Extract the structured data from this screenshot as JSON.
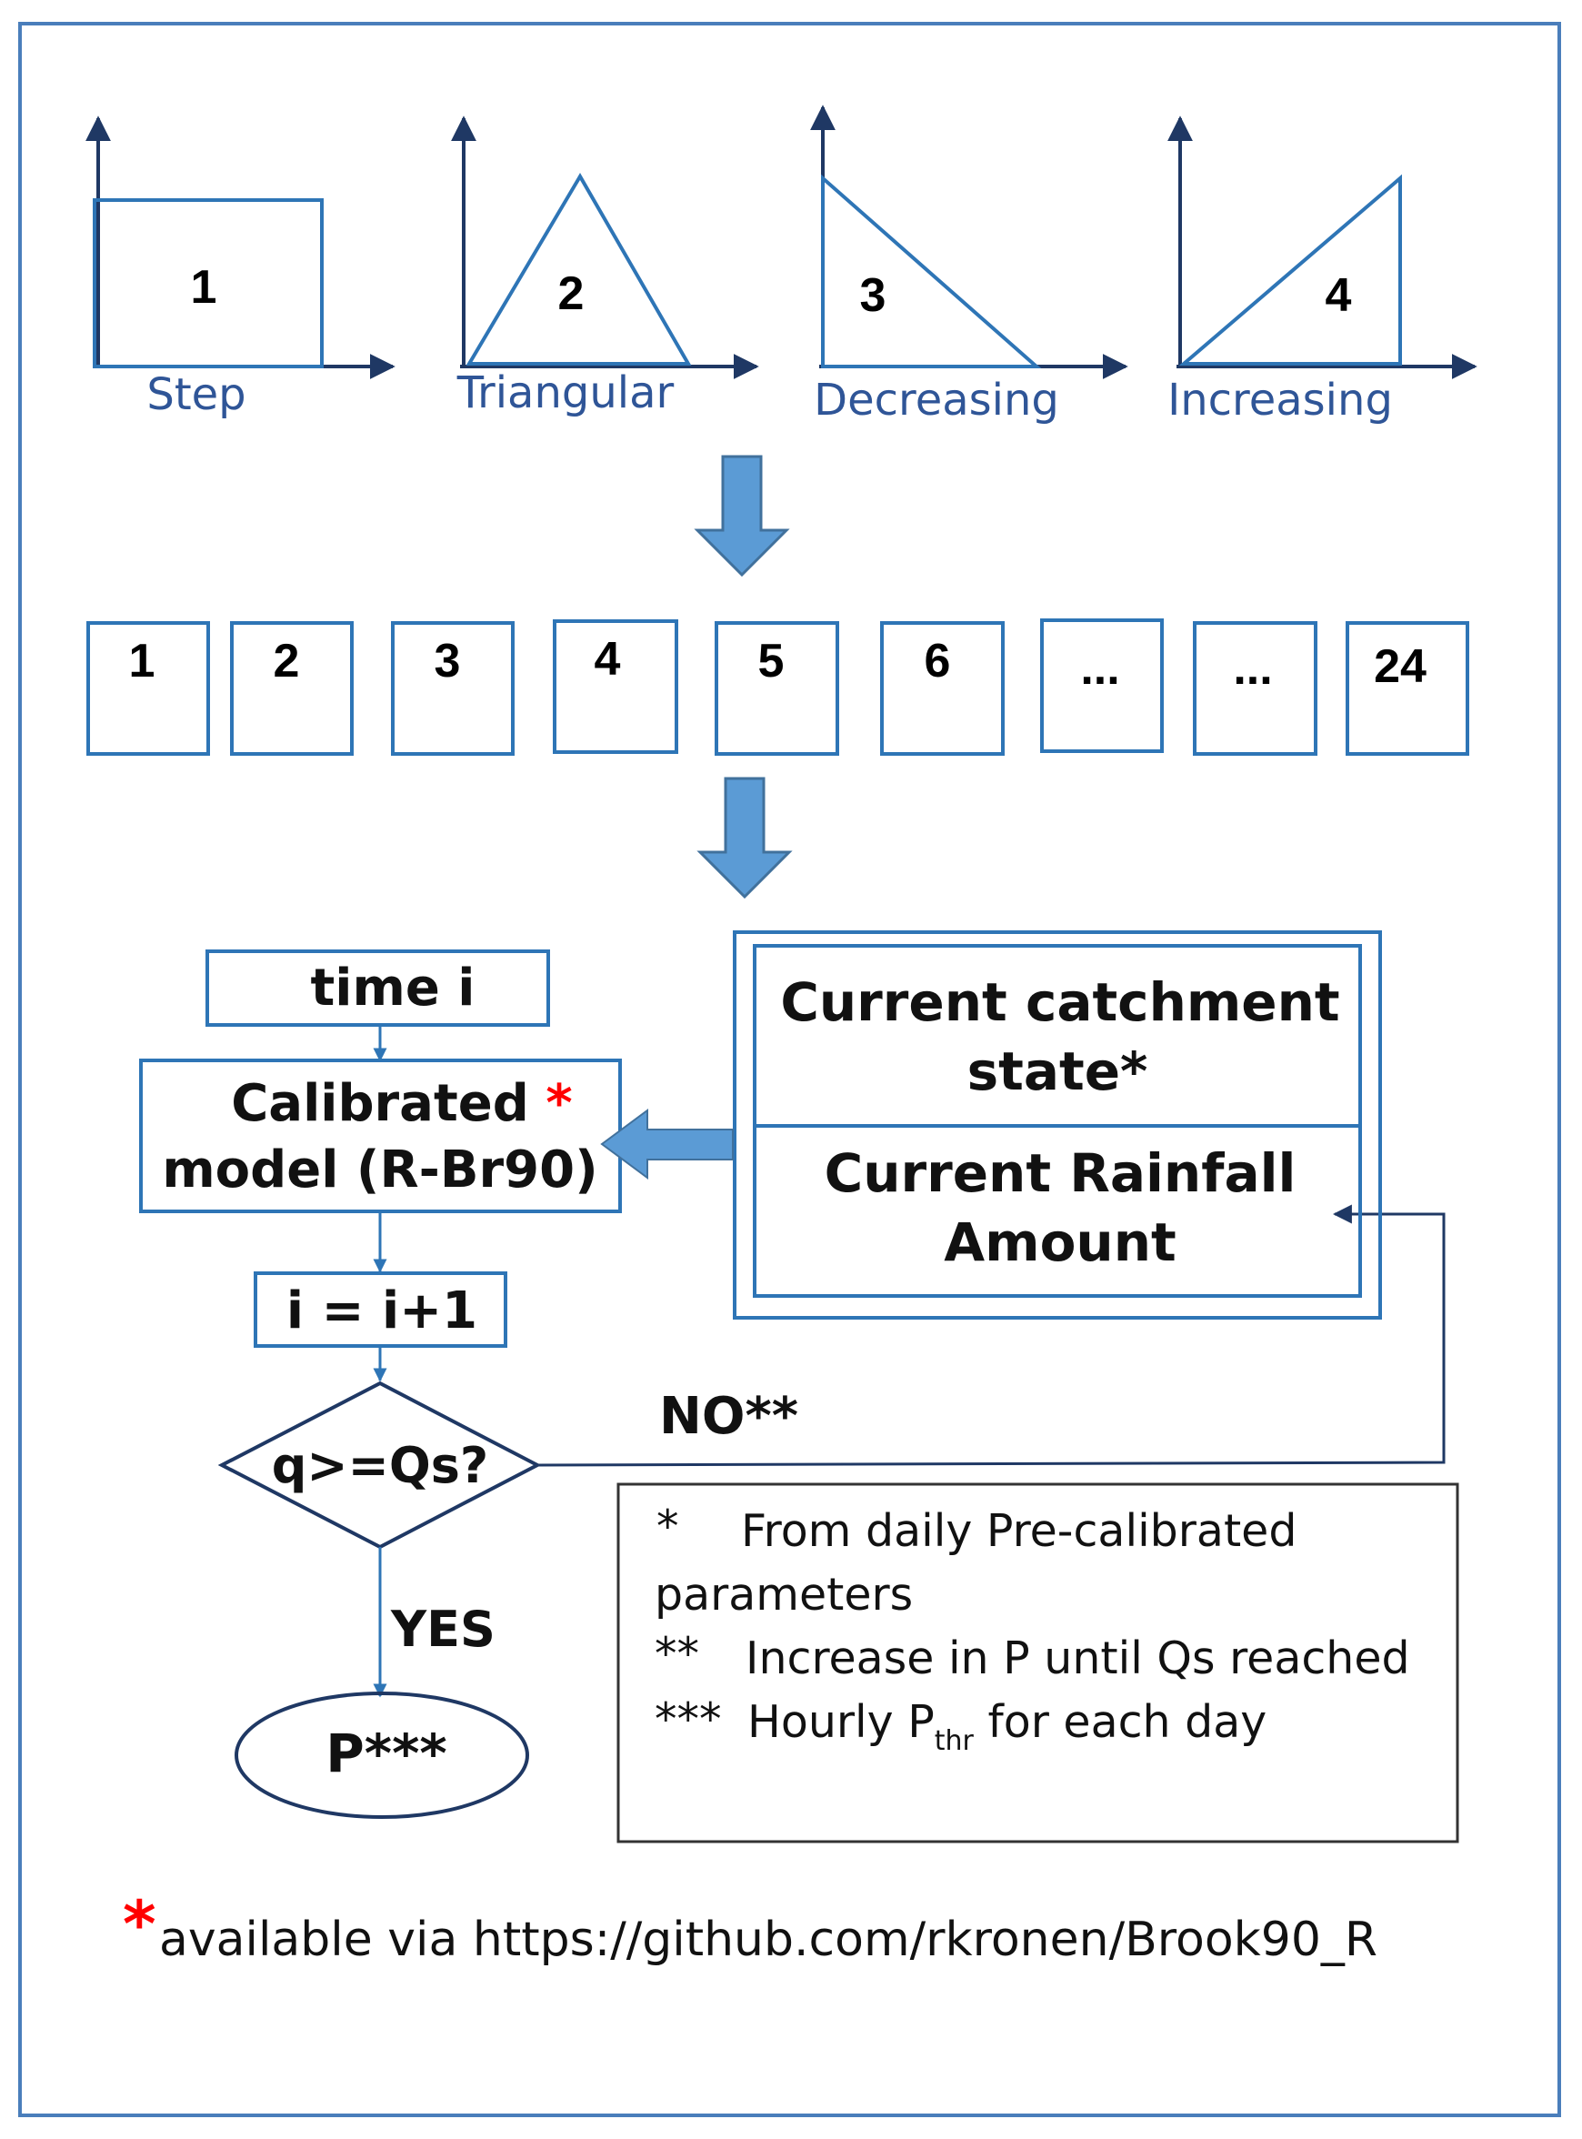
{
  "shapes": [
    {
      "number": "1",
      "label": "Step"
    },
    {
      "number": "2",
      "label": "Triangular"
    },
    {
      "number": "3",
      "label": "Decreasing"
    },
    {
      "number": "4",
      "label": "Increasing"
    }
  ],
  "hours": [
    "1",
    "2",
    "3",
    "4",
    "5",
    "6",
    "...",
    "...",
    "24"
  ],
  "flow": {
    "time_box": "time i",
    "model_line1": "Calibrated",
    "model_star": "*",
    "model_line2": "model (R-Br90)",
    "increment": "i = i+1",
    "decision": "q>=Qs?",
    "yes_label": "YES",
    "no_label": "NO**",
    "result": "P***"
  },
  "state_panel": {
    "state_line1": "Current catchment",
    "state_line2": "state*",
    "rain_line1": "Current Rainfall",
    "rain_line2": "Amount"
  },
  "notes": {
    "n1_mark": "*",
    "n1_text": "From daily Pre-calibrated",
    "n1_cont": "parameters",
    "n2_mark": "**",
    "n2_text": "Increase in P until Qs reached",
    "n3_mark": "***",
    "n3_pre": "Hourly P",
    "n3_sub": "thr",
    "n3_post": " for each day"
  },
  "footer": {
    "star": "*",
    "text": "available via https://github.com/rkronen/Brook90_R"
  },
  "colors": {
    "frame": "#4A7EBB",
    "box_border": "#2E75B6",
    "arrow_fill": "#5B9BD5",
    "arrow_stroke": "#41719C",
    "text_blue": "#2F5597",
    "star_red": "#FF0000",
    "line_dark": "#1F3864"
  }
}
